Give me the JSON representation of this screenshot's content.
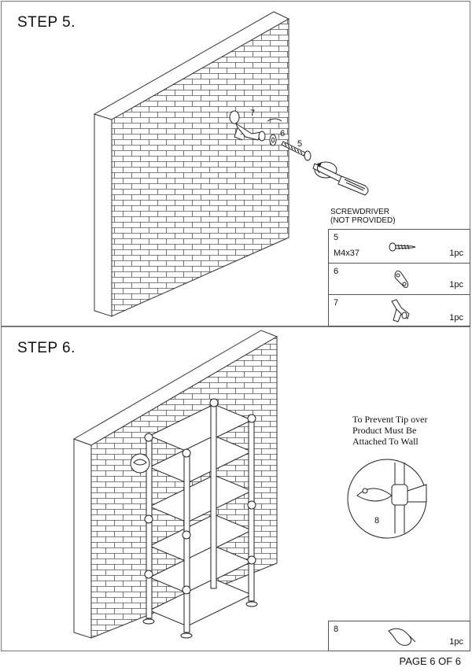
{
  "step5": {
    "title": "STEP 5.",
    "screwdriver_label": "SCREWDRIVER",
    "screwdriver_note": "(NOT PROVIDED)",
    "callouts": [
      "7",
      "6",
      "5"
    ],
    "parts": [
      {
        "number": "5",
        "size": "M4x37",
        "qty": "1pc",
        "icon": "screw-icon"
      },
      {
        "number": "6",
        "size": "",
        "qty": "1pc",
        "icon": "bracket-icon"
      },
      {
        "number": "7",
        "size": "",
        "qty": "1pc",
        "icon": "wall-anchor-icon"
      }
    ]
  },
  "step6": {
    "title": "STEP 6.",
    "note_lines": [
      "To Prevent Tip over",
      "Product Must Be",
      "Attached To Wall"
    ],
    "callout": "8",
    "parts": [
      {
        "number": "8",
        "qty": "1pc",
        "icon": "strap-icon"
      }
    ]
  },
  "footer": {
    "page": "PAGE 6 OF 6"
  }
}
